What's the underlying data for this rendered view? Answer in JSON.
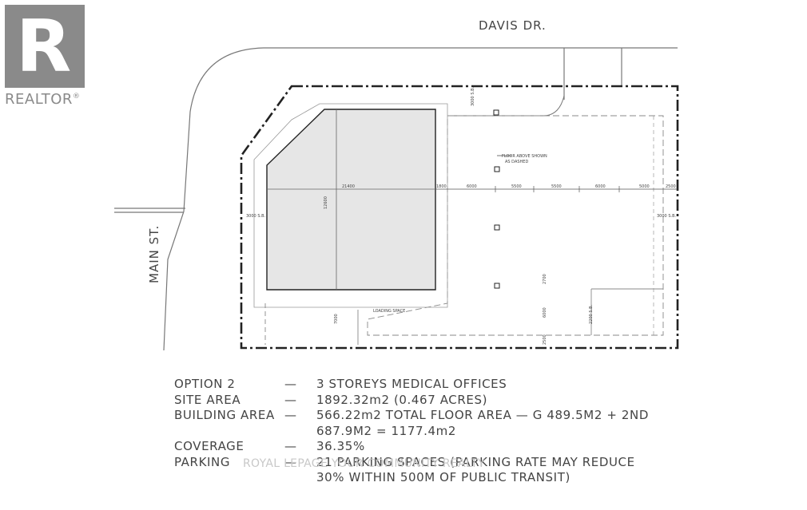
{
  "logo": {
    "mark": "R",
    "wordmark": "REALTOR",
    "trademark": "®"
  },
  "streets": {
    "north": "DAVIS DR.",
    "west": "MAIN ST."
  },
  "plan_labels": {
    "setback_north": "3000 S.B.",
    "floor_note_1": "FLOOR ABOVE SHOWN",
    "floor_note_2": "AS DASHED",
    "dim_building_width": "21400",
    "dim_building_depth": "12600",
    "dim_side": "1800",
    "dim_a": "6000",
    "dim_b": "5500",
    "dim_c": "5500",
    "dim_d": "6000",
    "dim_e": "5000",
    "dim_f": "2500",
    "setback_west": "3000 S.B.",
    "setback_east": "3000 S.B.",
    "loading": "LOADING SPACE",
    "dim_loading": "7000",
    "dim_aisle": "2700",
    "dim_parking": "6000",
    "dim_bottom": "2500",
    "setback_south": "2200 S.B."
  },
  "info": {
    "rows": [
      {
        "key": "OPTION 2",
        "dash": "—",
        "value": "3 STOREYS MEDICAL OFFICES"
      },
      {
        "key": "SITE AREA",
        "dash": "—",
        "value": "1892.32m2 (0.467 ACRES)"
      },
      {
        "key": "BUILDING AREA",
        "dash": "—",
        "value": "566.22m2  TOTAL FLOOR AREA — G 489.5M2 + 2ND"
      },
      {
        "key": "",
        "dash": "",
        "value": "687.9M2 = 1177.4m2"
      },
      {
        "key": "COVERAGE",
        "dash": "—",
        "value": "36.35%"
      },
      {
        "key": "PARKING",
        "dash": "—",
        "value": "21 PARKING SPACES (PARKING RATE MAY REDUCE"
      },
      {
        "key": "",
        "dash": "",
        "value": "30% WITHIN 500M OF PUBLIC TRANSIT)"
      }
    ]
  },
  "watermark": "ROYAL LEPAGE YOUR COMMUNITY REALTY"
}
